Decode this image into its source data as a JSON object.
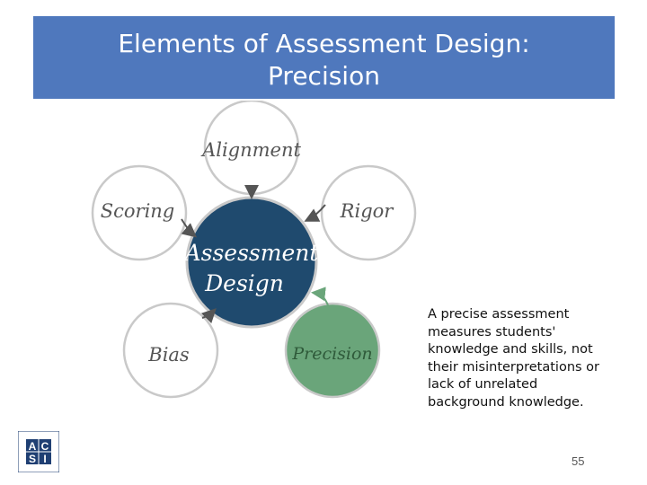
{
  "slide": {
    "title_line1": "Elements of Assessment Design:",
    "title_line2": "Precision",
    "page_number": "55"
  },
  "diagram": {
    "center": "Assessment Design",
    "center_line1": "Assessment",
    "center_line2": "Design",
    "nodes": {
      "alignment": "Alignment",
      "rigor": "Rigor",
      "scoring": "Scoring",
      "bias": "Bias",
      "precision": "Precision"
    }
  },
  "description": {
    "text": "A precise assessment measures students' knowledge and skills, not their misinterpretations or lack of unrelated background knowledge."
  },
  "logo": {
    "letters": [
      "A",
      "C",
      "S",
      "I"
    ]
  },
  "colors": {
    "title_bg": "#4f78bd",
    "center_fill": "#1f4a6e",
    "precision_fill": "#6aa57a",
    "outline": "#c9c9c9"
  }
}
